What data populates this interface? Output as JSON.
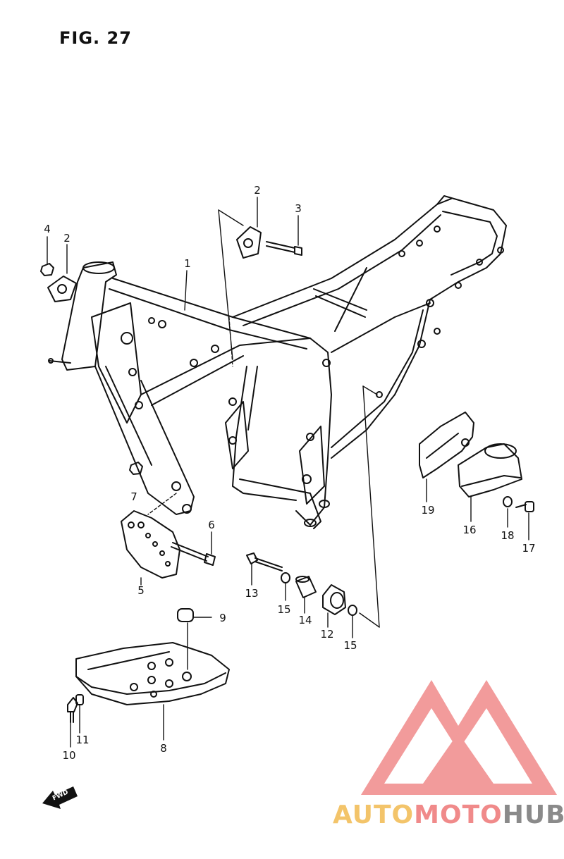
{
  "figure": {
    "title": "FIG. 27"
  },
  "callouts": [
    "1",
    "2",
    "2",
    "3",
    "4",
    "5",
    "6",
    "7",
    "8",
    "9",
    "10",
    "11",
    "12",
    "13",
    "15",
    "14",
    "15",
    "16",
    "17",
    "18",
    "19"
  ],
  "fwd_label": "FWD",
  "watermark": {
    "part_auto": "AUTO",
    "part_moto": "MOTO",
    "part_hub": "HUB",
    "colors": {
      "auto": "#f3c46a",
      "moto": "#f08a8a",
      "hub": "#8a8a8a",
      "logo": "#f08a8a"
    }
  },
  "icons": [
    "fwd-arrow-icon",
    "automotohub-logo-icon"
  ]
}
